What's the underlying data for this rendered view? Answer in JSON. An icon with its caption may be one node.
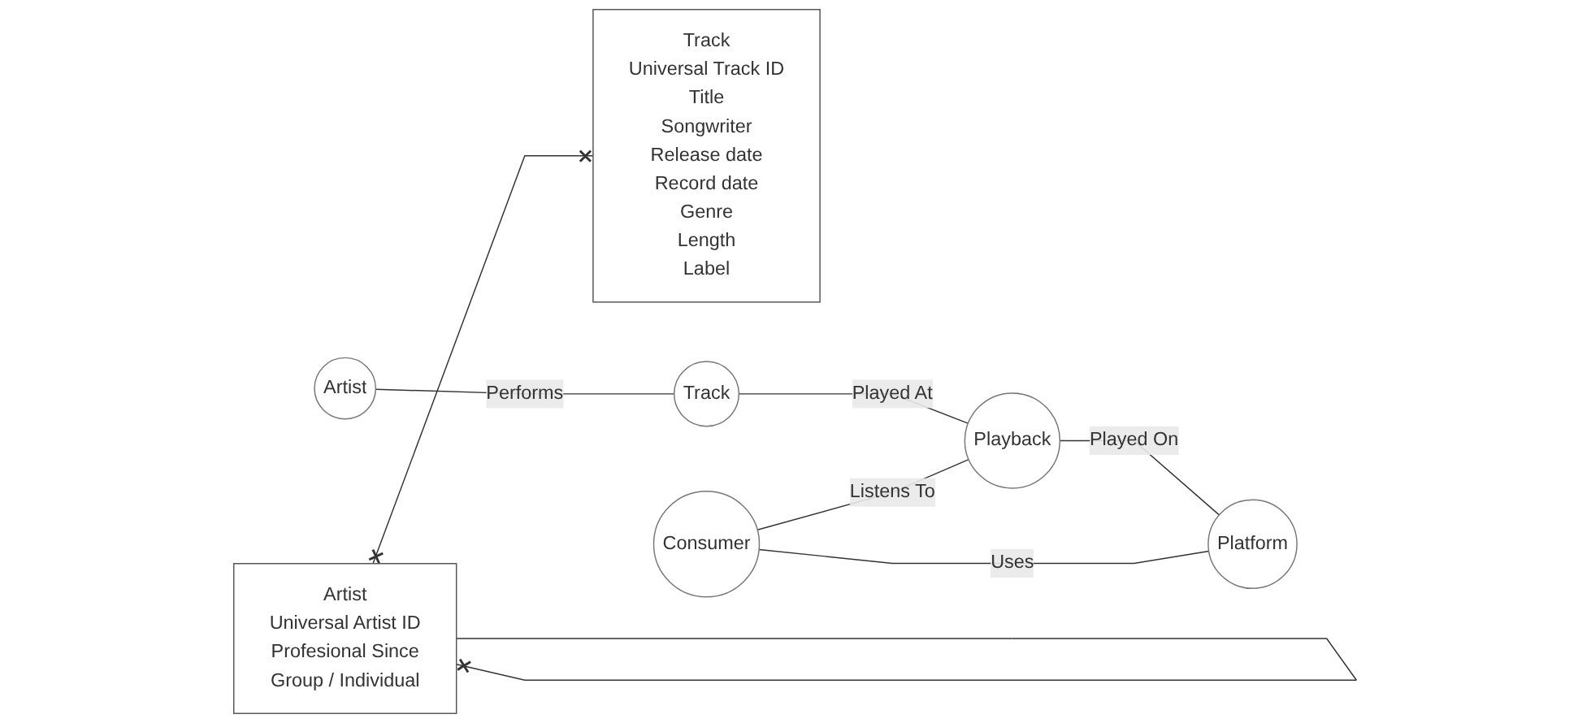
{
  "diagram": {
    "nodes": [
      {
        "text": [
          "Artist",
          "Universal Artist ID",
          "Profesional Since",
          "Group / Individual"
        ]
      },
      {
        "text": [
          "Track",
          "Universal Track ID",
          "Title",
          "Songwriter",
          "Release date",
          "Record date",
          "Genre",
          "Length",
          "Label"
        ]
      },
      {
        "text": [
          "Artist"
        ]
      },
      {
        "text": [
          "Track"
        ]
      },
      {
        "text": [
          "Consumer"
        ]
      },
      {
        "text": [
          "Playback"
        ]
      },
      {
        "text": [
          "Platform"
        ]
      }
    ],
    "edges": [
      {
        "from": 0,
        "to": 0,
        "arrow": "other"
      },
      {
        "from": 0,
        "to": 1,
        "arrow": "other"
      },
      {
        "from": 2,
        "to": 3,
        "arrow": "none",
        "label": "Performs"
      },
      {
        "from": 3,
        "to": 5,
        "arrow": "none",
        "label": "Played At"
      },
      {
        "from": 4,
        "to": 5,
        "arrow": "none",
        "label": "Listens To"
      },
      {
        "from": 5,
        "to": 6,
        "arrow": "none",
        "label": "Played On"
      },
      {
        "from": 4,
        "to": 6,
        "arrow": "none",
        "label": "Uses"
      }
    ]
  }
}
